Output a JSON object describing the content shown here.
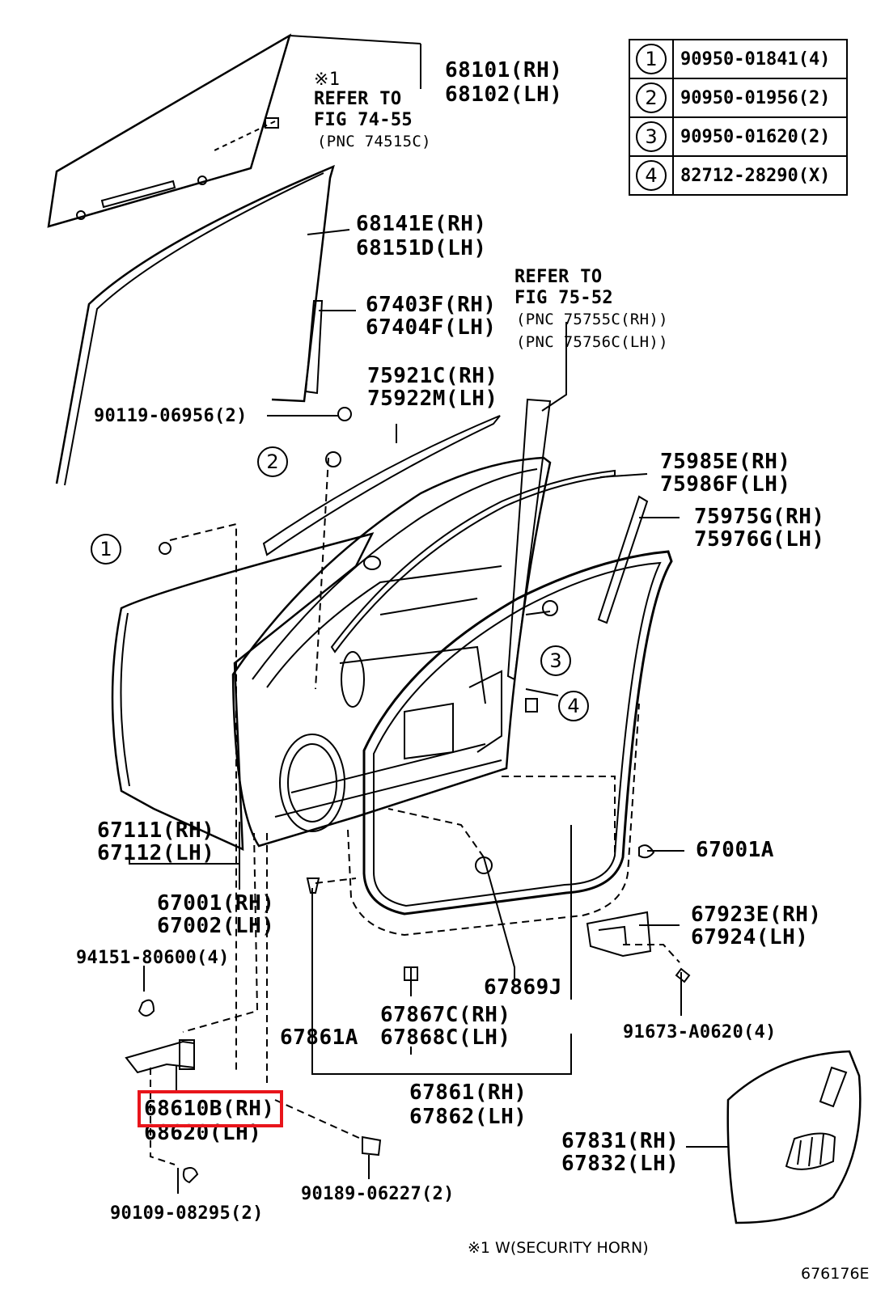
{
  "legend": [
    {
      "key": "1",
      "part": "90950-01841(4)"
    },
    {
      "key": "2",
      "part": "90950-01956(2)"
    },
    {
      "key": "3",
      "part": "90950-01620(2)"
    },
    {
      "key": "4",
      "part": "82712-28290(X)"
    }
  ],
  "labels": {
    "glass": [
      "68101(RH)",
      "68102(LH)"
    ],
    "refer1": [
      "※1",
      "REFER TO",
      "FIG 74-55",
      "(PNC 74515C)"
    ],
    "run": [
      "68141E(RH)",
      "68151D(LH)"
    ],
    "refer2": [
      "REFER TO",
      "FIG 75-52",
      "(PNC 75755C(RH))",
      "(PNC 75756C(LH))"
    ],
    "channel": [
      "67403F(RH)",
      "67404F(LH)"
    ],
    "bolt1": "90119-06956(2)",
    "belt": [
      "75921C(RH)",
      "75922M(LH)"
    ],
    "weather": [
      "75985E(RH)",
      "75986F(LH)"
    ],
    "moulding": [
      "75975G(RH)",
      "75976G(LH)"
    ],
    "panel": [
      "67111(RH)",
      "67112(LH)"
    ],
    "clip": "67001A",
    "door": [
      "67001(RH)",
      "67002(LH)"
    ],
    "cover": [
      "67923E(RH)",
      "67924(LH)"
    ],
    "bolt2": "94151-80600(4)",
    "clip2": "67869J",
    "seal": [
      "67867C(RH)",
      "67868C(LH)"
    ],
    "seal2": "67861A",
    "screw": "91673-A0620(4)",
    "check": [
      "68610B(RH)",
      "68620(LH)"
    ],
    "weatherstrip": [
      "67861(RH)",
      "67862(LH)"
    ],
    "film": [
      "67831(RH)",
      "67832(LH)"
    ],
    "bolt3": "90109-08295(2)",
    "bolt4": "90189-06227(2)"
  },
  "callouts": {
    "c1": "1",
    "c2": "2",
    "c3": "3",
    "c4": "4"
  },
  "footnote": "※1 W(SECURITY HORN)",
  "figure_id": "676176E",
  "highlight": {
    "part": "68610B(RH)",
    "color": "#e8151b"
  }
}
